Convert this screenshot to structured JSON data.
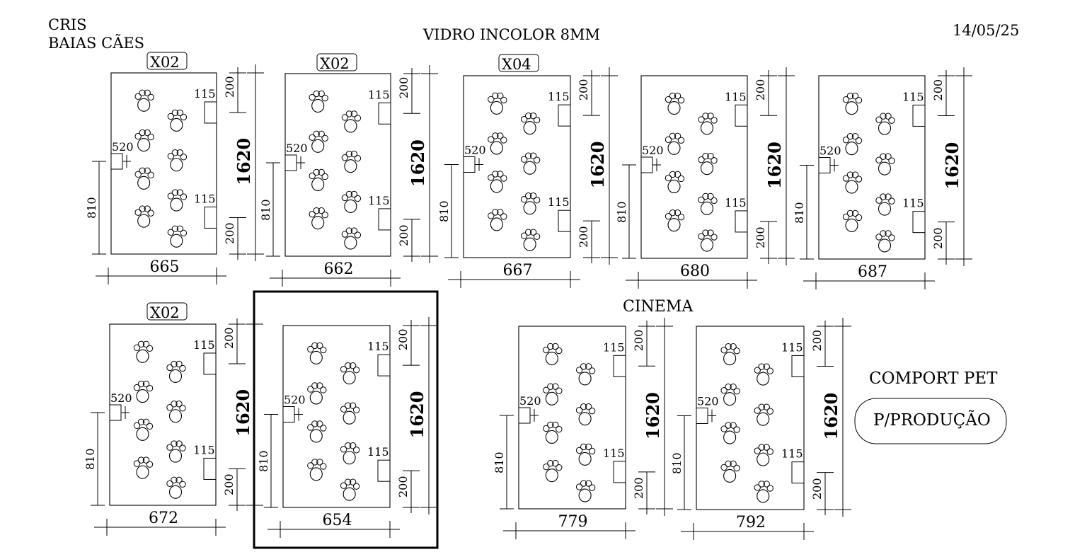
{
  "header": {
    "client": "CRIS",
    "project": "BAIAS CÃES",
    "material": "VIDRO INCOLOR 8MM",
    "date": "14/05/25"
  },
  "section_label": "CINEMA",
  "notes": {
    "comport": "COMPORT PET",
    "production": "P/PRODUÇÃO"
  },
  "panels": [
    {
      "id": "p1",
      "qty": "X02",
      "width": "665",
      "height": "1620",
      "handle_offset": "810",
      "hole_top": "200",
      "hole_bottom": "200",
      "hinge_size": "115",
      "handle_size": "520",
      "selected": false
    },
    {
      "id": "p2",
      "qty": "X02",
      "width": "662",
      "height": "1620",
      "handle_offset": "810",
      "hole_top": "200",
      "hole_bottom": "200",
      "hinge_size": "115",
      "handle_size": "520",
      "selected": false
    },
    {
      "id": "p3",
      "qty": "X04",
      "width": "667",
      "height": "1620",
      "handle_offset": "810",
      "hole_top": "200",
      "hole_bottom": "200",
      "hinge_size": "115",
      "handle_size": "520",
      "selected": false
    },
    {
      "id": "p4",
      "qty": "",
      "width": "680",
      "height": "1620",
      "handle_offset": "810",
      "hole_top": "200",
      "hole_bottom": "200",
      "hinge_size": "115",
      "handle_size": "520",
      "selected": false
    },
    {
      "id": "p5",
      "qty": "",
      "width": "687",
      "height": "1620",
      "handle_offset": "810",
      "hole_top": "200",
      "hole_bottom": "200",
      "hinge_size": "115",
      "handle_size": "520",
      "selected": false
    },
    {
      "id": "p6",
      "qty": "X02",
      "width": "672",
      "height": "1620",
      "handle_offset": "810",
      "hole_top": "200",
      "hole_bottom": "200",
      "hinge_size": "115",
      "handle_size": "520",
      "selected": false
    },
    {
      "id": "p7",
      "qty": "",
      "width": "654",
      "height": "1620",
      "handle_offset": "810",
      "hole_top": "200",
      "hole_bottom": "200",
      "hinge_size": "115",
      "handle_size": "520",
      "selected": true
    },
    {
      "id": "p8",
      "qty": "",
      "width": "779",
      "height": "1620",
      "handle_offset": "810",
      "hole_top": "200",
      "hole_bottom": "200",
      "hinge_size": "115",
      "handle_size": "520",
      "selected": false
    },
    {
      "id": "p9",
      "qty": "",
      "width": "792",
      "height": "1620",
      "handle_offset": "810",
      "hole_top": "200",
      "hole_bottom": "200",
      "hinge_size": "115",
      "handle_size": "520",
      "selected": false
    }
  ],
  "colors": {
    "line": "#000000",
    "background": "#ffffff"
  }
}
